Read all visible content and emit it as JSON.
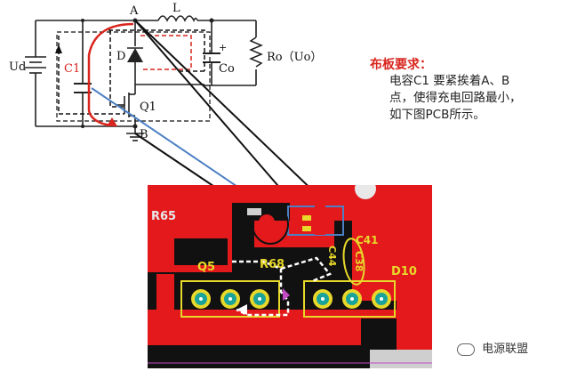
{
  "circuit": {
    "labels": {
      "ud": "Ud",
      "a": "A",
      "b": "B",
      "l": "L",
      "d": "D",
      "c1": "C1",
      "co": "Co",
      "ro": "Ro（Uo）",
      "q1": "Q1",
      "plus": "+"
    }
  },
  "requirement": {
    "title": "布板要求：",
    "lines": [
      "电容C1 要紧挨着A、B",
      "点，使得充电回路最小，",
      "如下图PCB所示。"
    ]
  },
  "pcb": {
    "labels": {
      "r65": "R65",
      "q5": "Q5",
      "r68": "R68",
      "c41": "C41",
      "c44": "C44",
      "c38": "C38",
      "d10": "D10"
    }
  },
  "watermark": {
    "text": "电源联盟"
  },
  "colors": {
    "pcb_red": "#e3191c",
    "pcb_black": "#111111",
    "accent_red": "#d9251d",
    "blue_line": "#4c7fc4",
    "silk_yellow": "#e8d82a"
  }
}
